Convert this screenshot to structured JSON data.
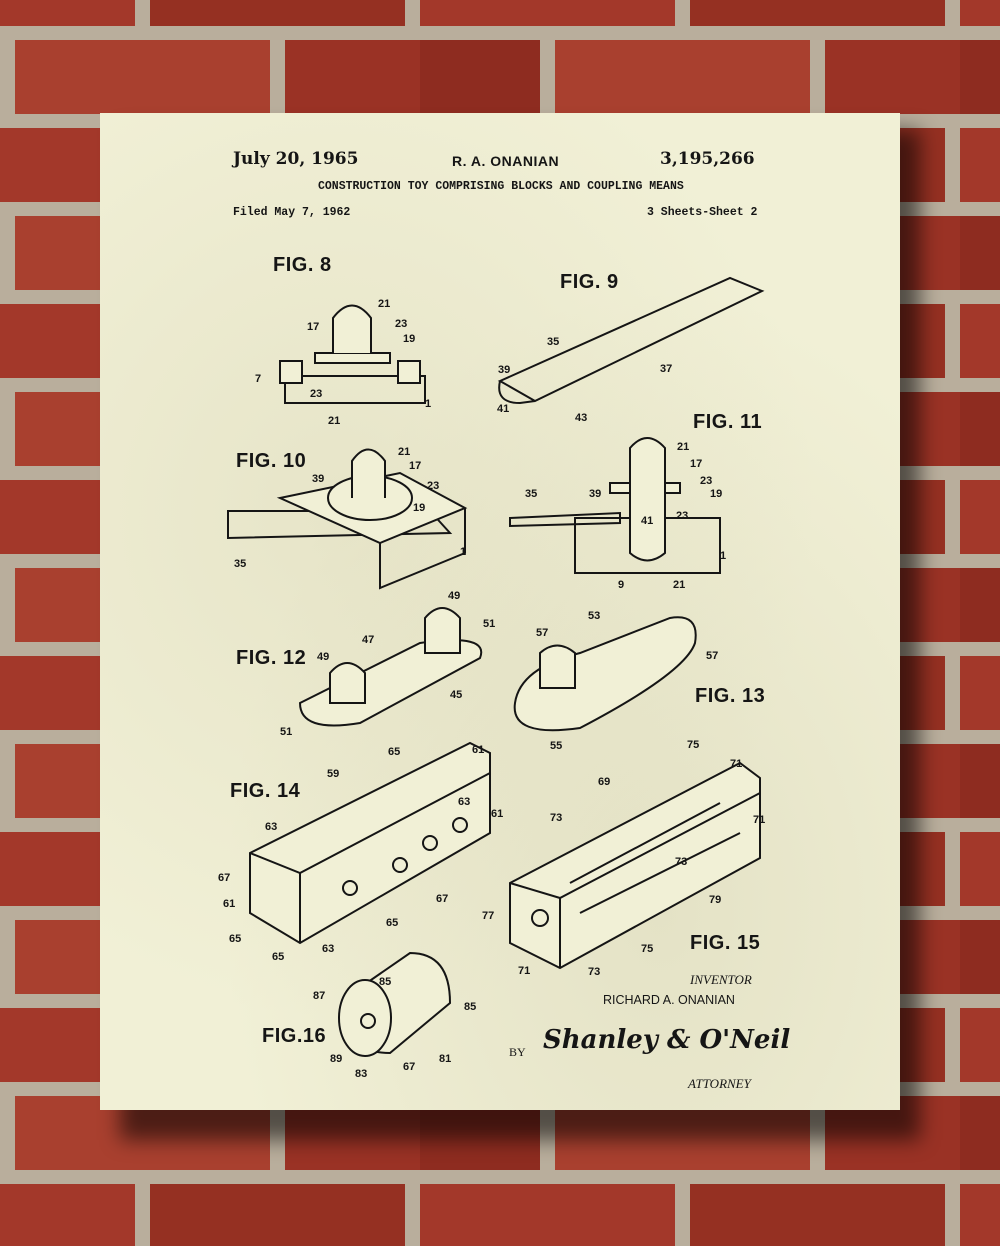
{
  "header": {
    "date": "July 20, 1965",
    "inventor_short": "R. A. ONANIAN",
    "patent_number": "3,195,266",
    "title": "CONSTRUCTION TOY COMPRISING BLOCKS AND COUPLING MEANS",
    "filed": "Filed May 7, 1962",
    "sheets": "3 Sheets-Sheet 2"
  },
  "figures": [
    "FIG. 8",
    "FIG. 9",
    "FIG. 10",
    "FIG. 11",
    "FIG. 12",
    "FIG. 13",
    "FIG. 14",
    "FIG. 15",
    "FIG.16"
  ],
  "numerals": [
    "21",
    "17",
    "23",
    "19",
    "7",
    "1",
    "23",
    "21",
    "35",
    "37",
    "39",
    "41",
    "43",
    "39",
    "21",
    "17",
    "23",
    "19",
    "35",
    "1",
    "35",
    "21",
    "17",
    "23",
    "19",
    "39",
    "41",
    "23",
    "1",
    "9",
    "21",
    "49",
    "47",
    "51",
    "49",
    "45",
    "51",
    "57",
    "53",
    "57",
    "55",
    "65",
    "61",
    "59",
    "63",
    "63",
    "61",
    "67",
    "61",
    "65",
    "65",
    "63",
    "65",
    "67",
    "75",
    "71",
    "69",
    "73",
    "71",
    "73",
    "79",
    "77",
    "71",
    "73",
    "75",
    "87",
    "85",
    "85",
    "89",
    "83",
    "67",
    "81"
  ],
  "signature": {
    "inventor_label": "INVENTOR",
    "inventor_name": "RICHARD A. ONANIAN",
    "by": "BY",
    "signature": "Shanley & O'Neil",
    "attorney_label": "ATTORNEY"
  }
}
